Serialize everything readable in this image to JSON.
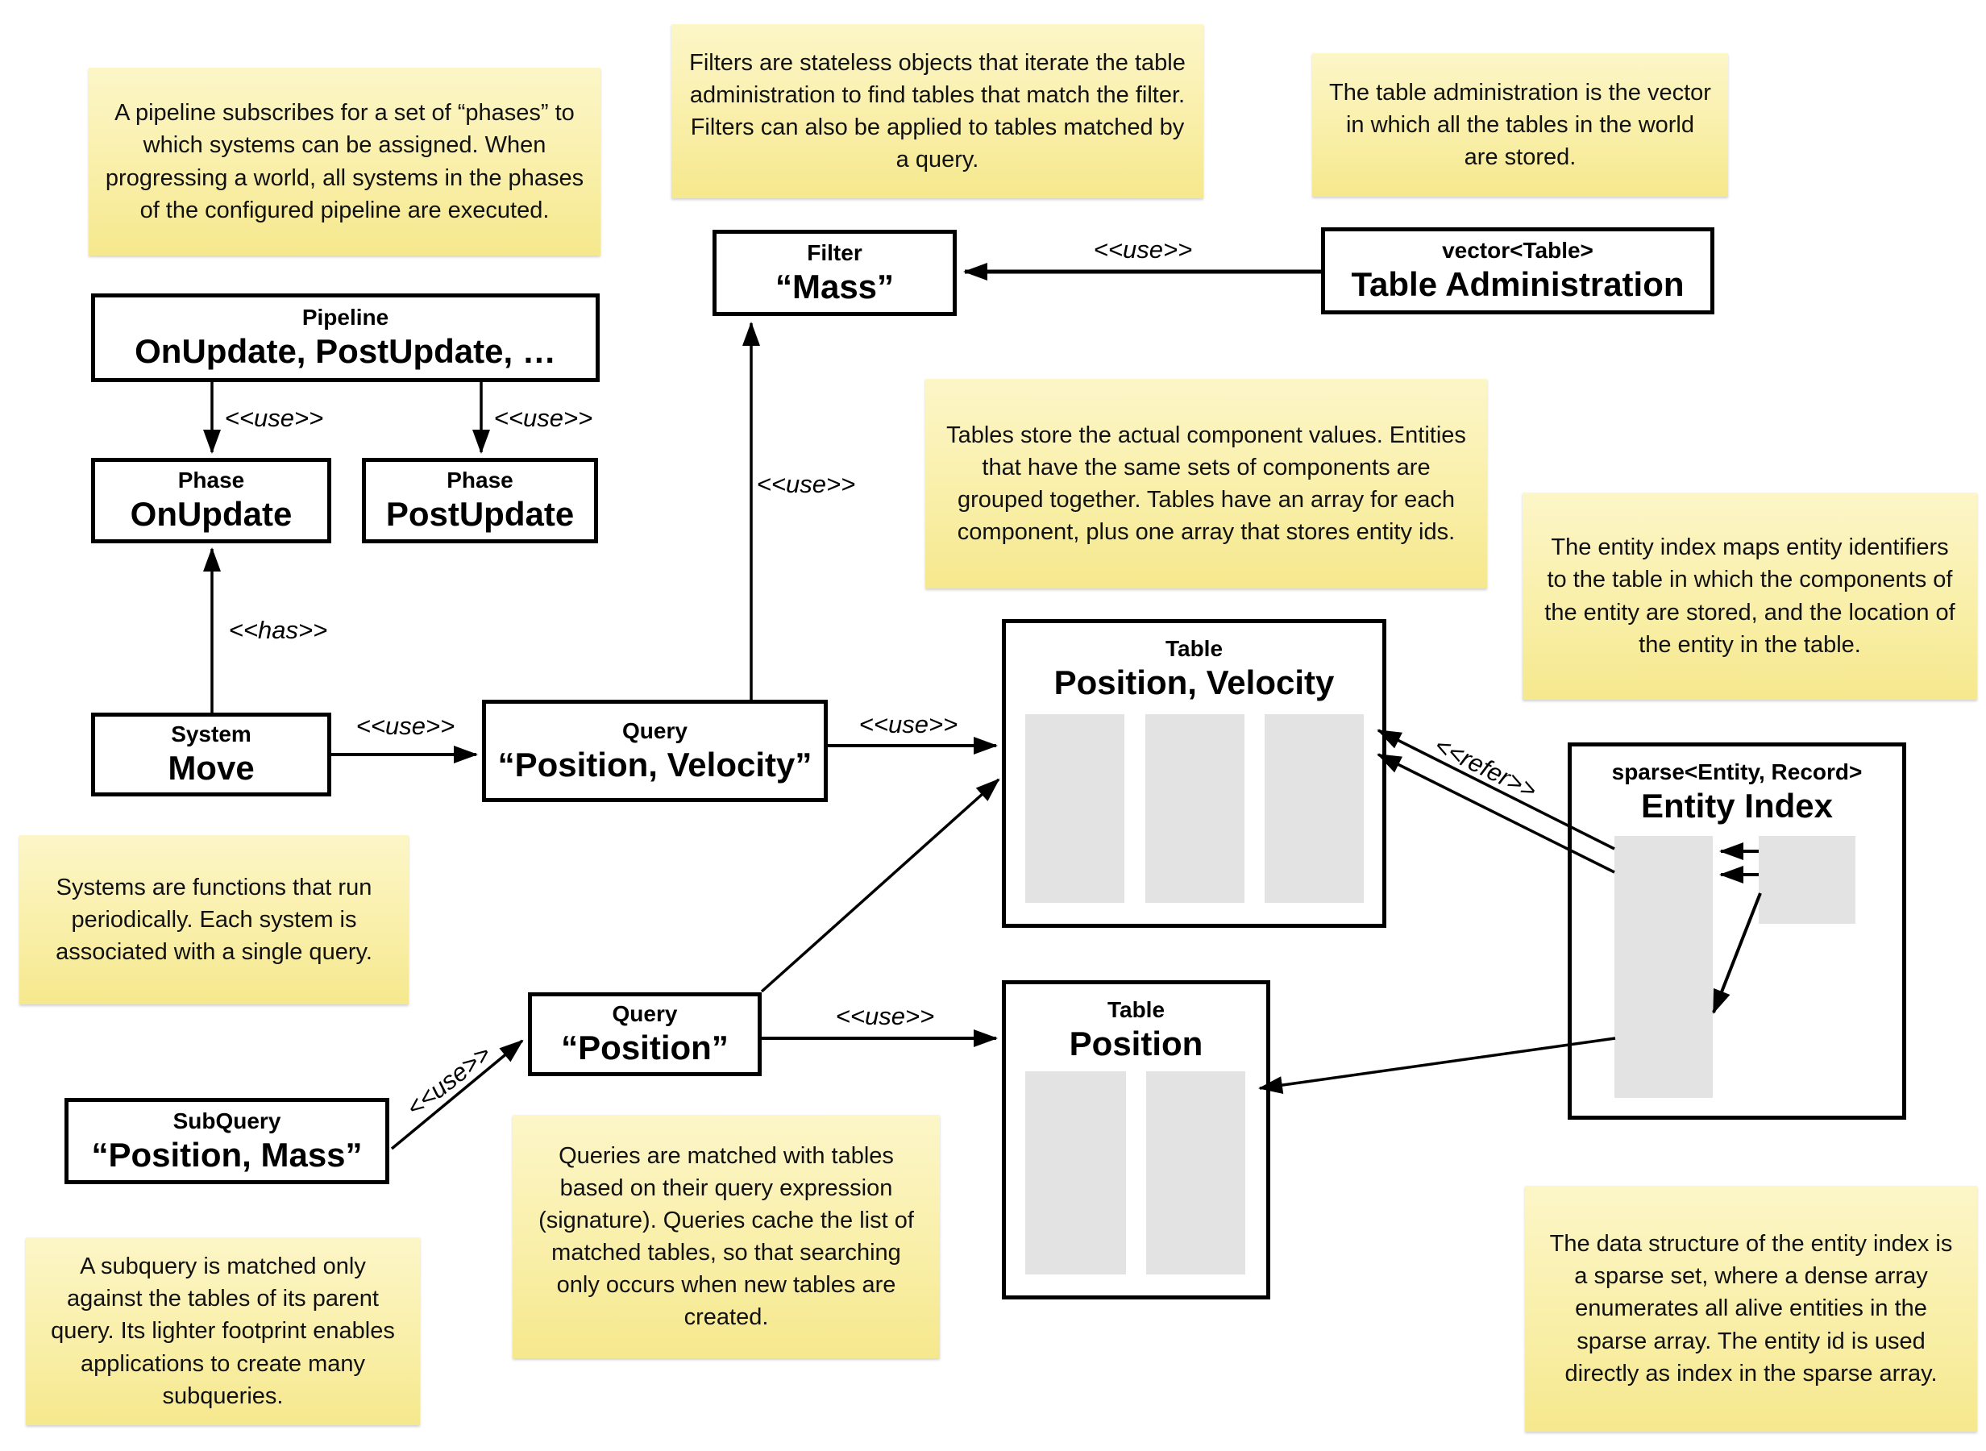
{
  "notes": {
    "pipeline": "A pipeline subscribes for a set of “phases” to which systems can be assigned. When progressing a world, all systems in the phases of the configured pipeline are executed.",
    "filters": "Filters are stateless objects that iterate the table administration to find tables that match the filter. Filters can also be applied to tables matched by a query.",
    "table_admin": "The table administration is the vector in which all the tables in the world are stored.",
    "tables": "Tables store the actual component values. Entities that have the same sets of components are grouped together. Tables have an array for each component, plus one array that stores entity ids.",
    "entity_index": "The entity index maps entity identifiers to the table in which the components of the entity are stored, and the location of the entity in the table.",
    "systems": "Systems are functions that run periodically. Each system is associated with a single query.",
    "queries": "Queries are matched with tables based on their query expression (signature). Queries cache the list of matched tables, so that searching only occurs when new tables are created.",
    "subquery": "A subquery is matched only against the tables of its parent query. Its lighter footprint enables applications to create many subqueries.",
    "sparse_set": "The data structure of the entity index is a sparse set, where a dense array enumerates all alive entities in the sparse array. The entity id is used directly as index in the sparse array."
  },
  "boxes": {
    "pipeline": {
      "title": "Pipeline",
      "label": "OnUpdate, PostUpdate, …"
    },
    "phase_onupdate": {
      "title": "Phase",
      "label": "OnUpdate"
    },
    "phase_postupdate": {
      "title": "Phase",
      "label": "PostUpdate"
    },
    "system_move": {
      "title": "System",
      "label": "Move"
    },
    "query_position_velocity": {
      "title": "Query",
      "label": "“Position, Velocity”"
    },
    "filter_mass": {
      "title": "Filter",
      "label": "“Mass”"
    },
    "table_administration": {
      "title": "vector<Table>",
      "label": "Table Administration"
    },
    "table_position_velocity": {
      "title": "Table",
      "label": "Position, Velocity"
    },
    "table_position": {
      "title": "Table",
      "label": "Position"
    },
    "entity_index": {
      "title": "sparse<Entity, Record>",
      "label": "Entity Index"
    },
    "query_position": {
      "title": "Query",
      "label": "“Position”"
    },
    "subquery": {
      "title": "SubQuery",
      "label": "“Position, Mass”"
    }
  },
  "edge_labels": {
    "use": "<<use>>",
    "has": "<<has>>",
    "refer": "<<refer>>"
  },
  "colors": {
    "note_top": "#fcf6c8",
    "note_bottom": "#f5e88d",
    "box_border": "#000000",
    "array_fill": "#e3e3e3",
    "background": "#ffffff"
  }
}
